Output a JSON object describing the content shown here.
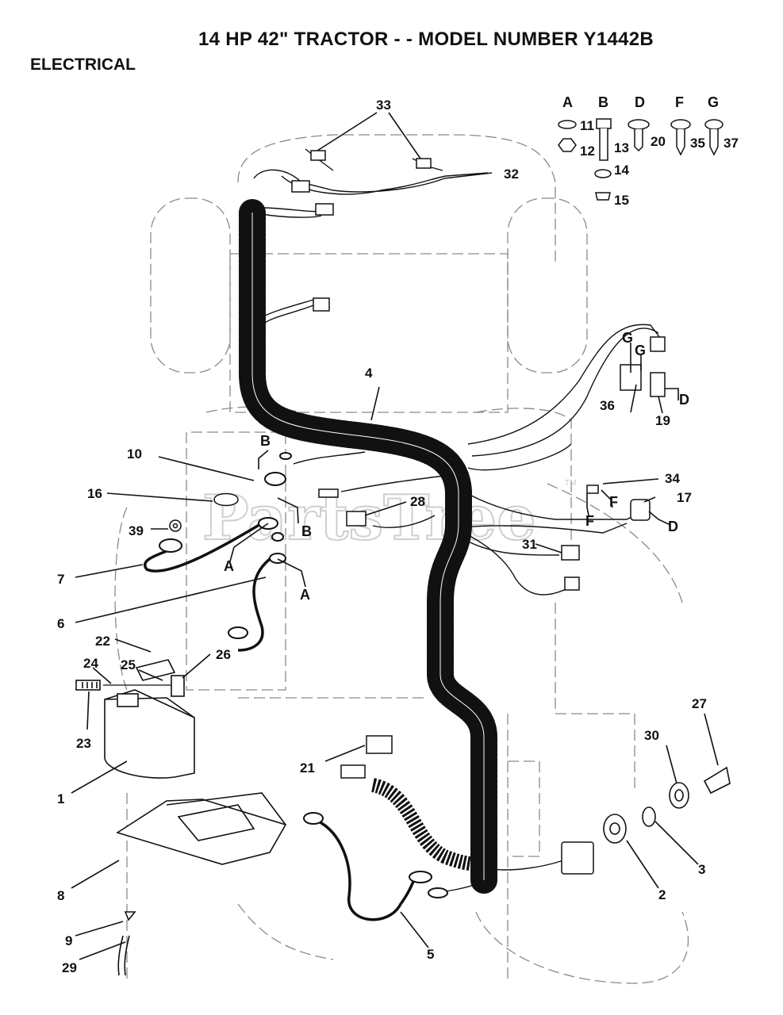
{
  "diagram": {
    "title": "14 HP 42\" TRACTOR - - MODEL NUMBER Y1442B",
    "section": "ELECTRICAL",
    "watermark": "PartsTree",
    "watermark_mark": "TM",
    "hardware_letters": [
      "A",
      "B",
      "D",
      "F",
      "G"
    ],
    "callouts": [
      "1",
      "2",
      "3",
      "4",
      "5",
      "6",
      "7",
      "8",
      "9",
      "10",
      "11",
      "12",
      "13",
      "14",
      "15",
      "16",
      "17",
      "19",
      "20",
      "21",
      "22",
      "23",
      "24",
      "25",
      "26",
      "27",
      "28",
      "29",
      "30",
      "31",
      "32",
      "33",
      "34",
      "35",
      "36",
      "37",
      "39"
    ],
    "letter_tags": [
      "A",
      "A",
      "B",
      "B",
      "D",
      "D",
      "F",
      "F",
      "G",
      "G"
    ],
    "colors": {
      "ink": "#111111",
      "ghost": "#8a8a8a",
      "watermark": "#cfcfcf"
    }
  }
}
